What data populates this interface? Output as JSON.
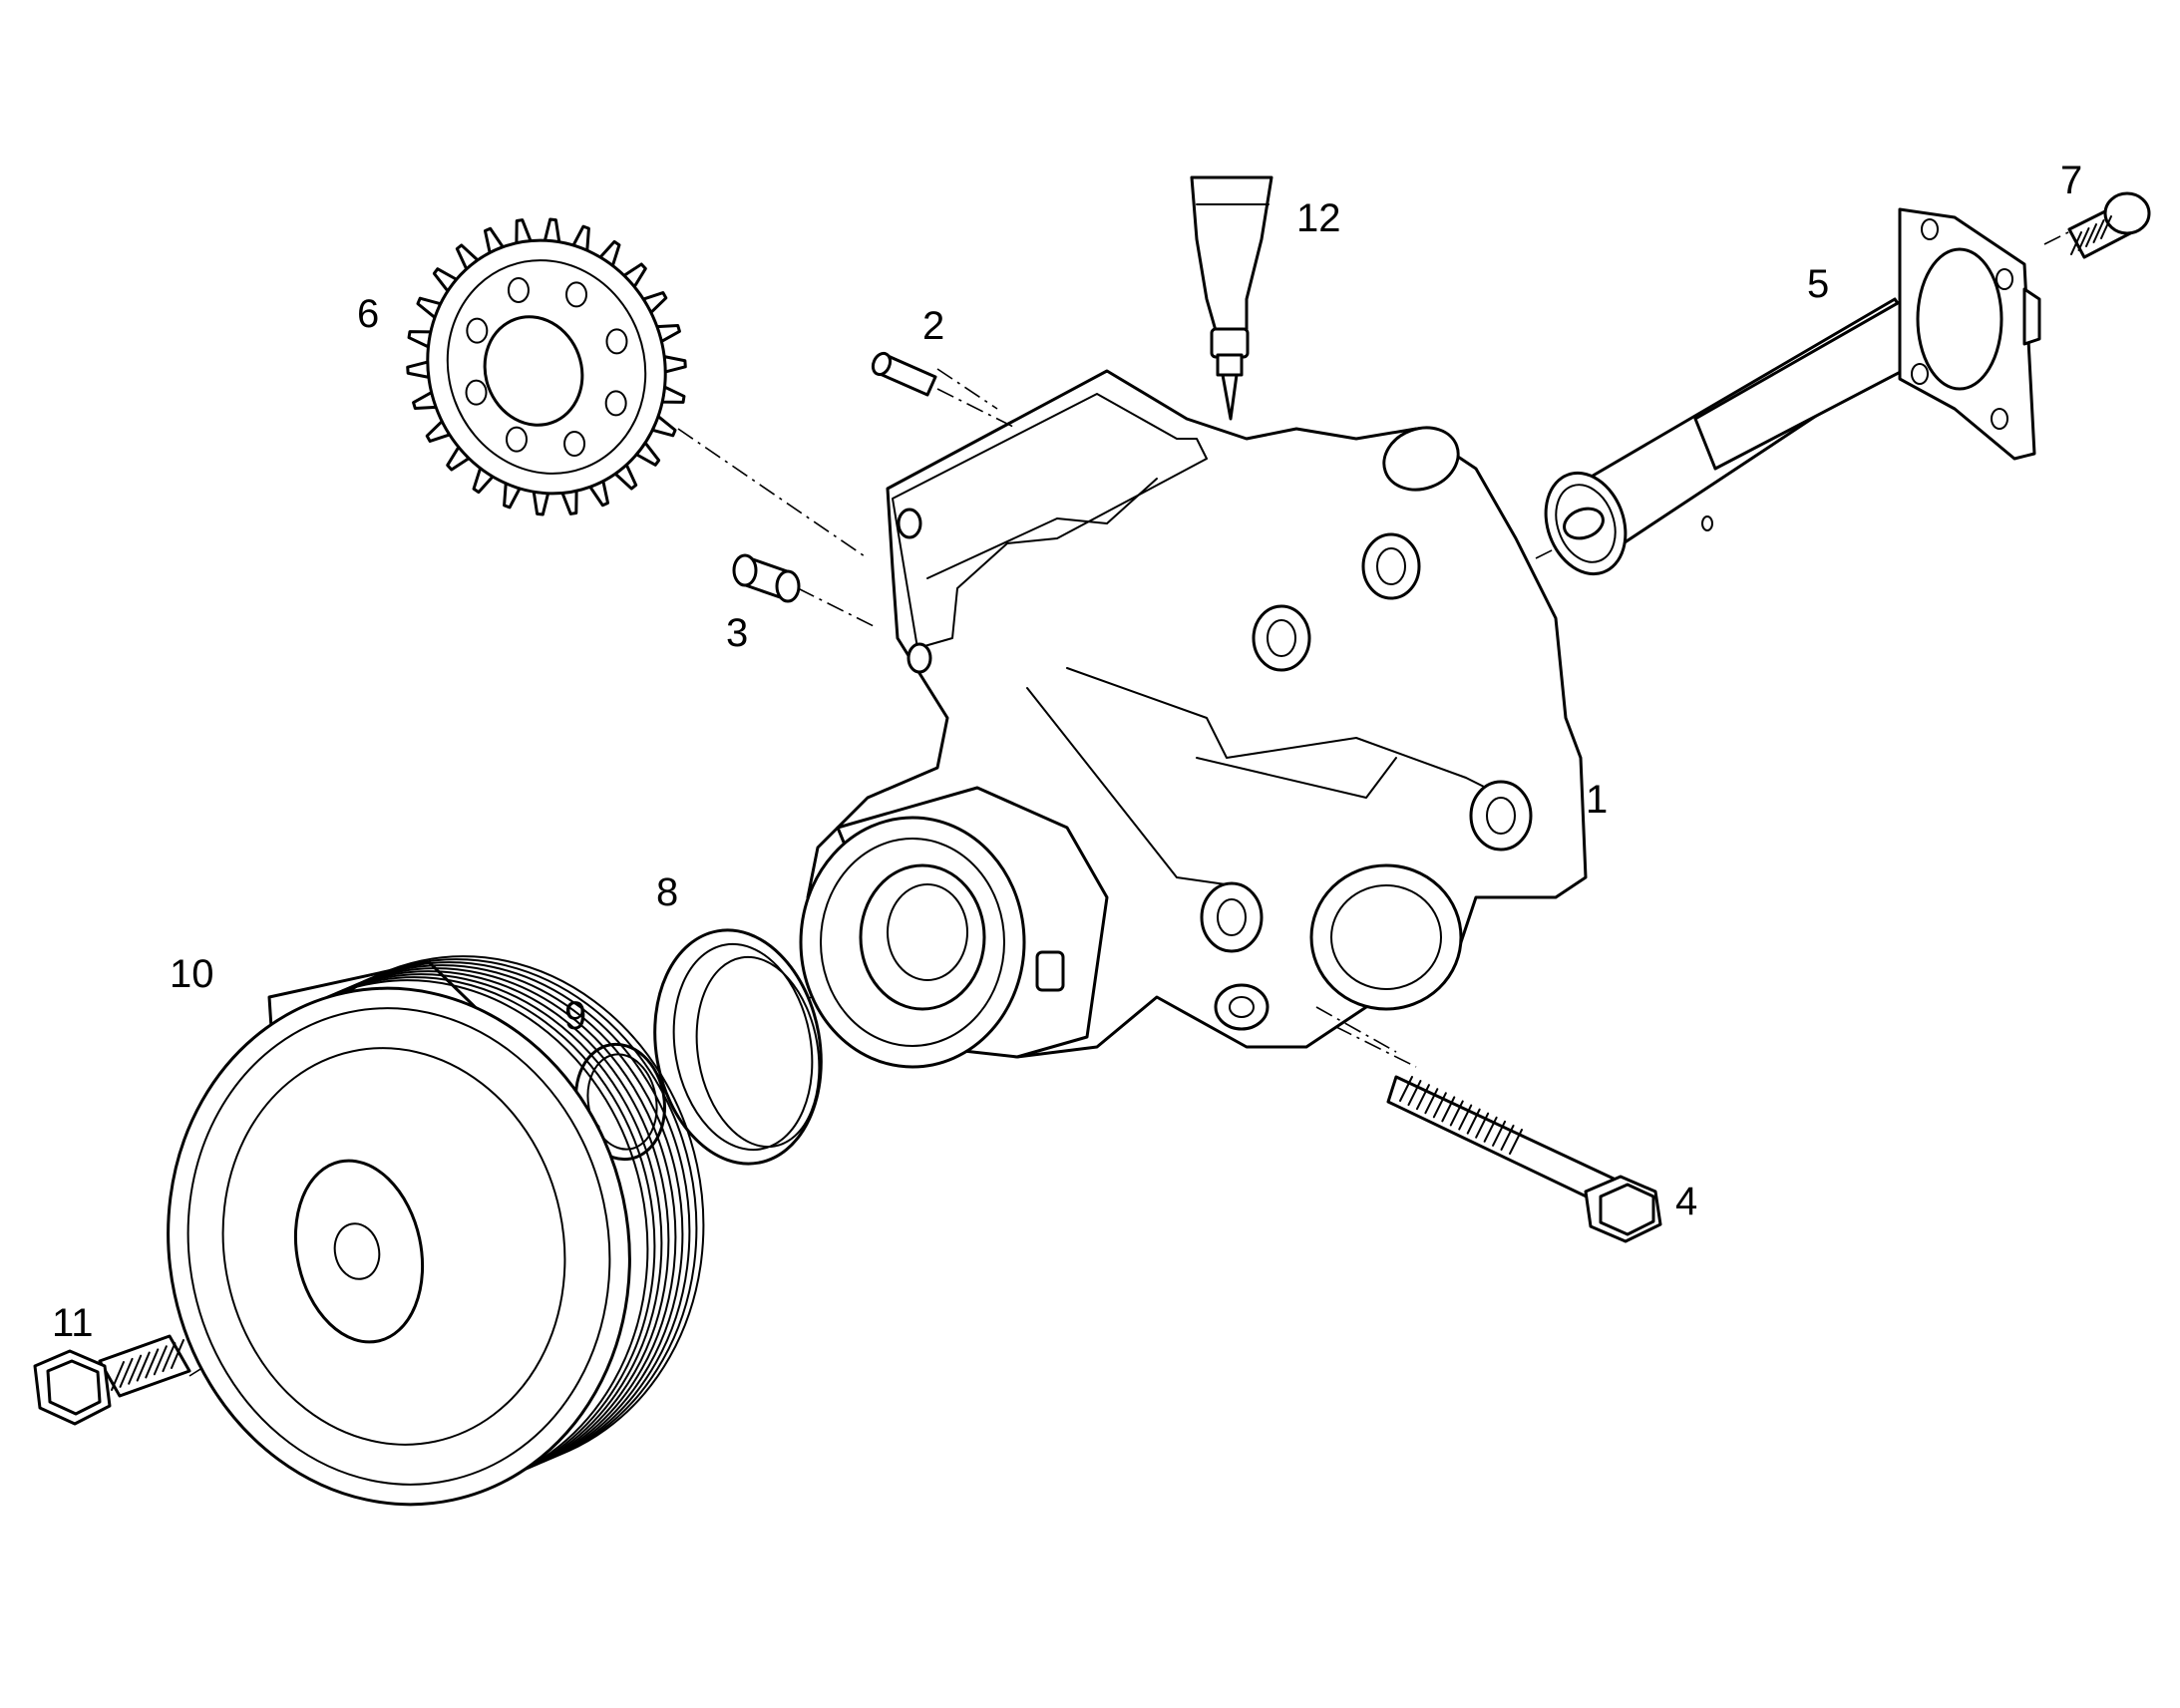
{
  "diagram": {
    "callouts": {
      "housing": "1",
      "dowel_pin": "2",
      "bushing": "3",
      "long_bolt": "4",
      "shaft": "5",
      "gear": "6",
      "flange_screw": "7",
      "seal_ring": "8",
      "o_ring": "9",
      "pulley": "10",
      "pulley_bolt": "11",
      "sealant_tube": "12"
    },
    "icons": {
      "housing": "pump-housing-icon",
      "gear": "spur-gear-icon",
      "pulley": "belt-pulley-icon",
      "shaft": "drive-shaft-icon",
      "bolt": "hex-bolt-icon",
      "tube": "sealant-tube-icon"
    },
    "colors": {
      "line": "#000000",
      "background": "#ffffff"
    }
  }
}
